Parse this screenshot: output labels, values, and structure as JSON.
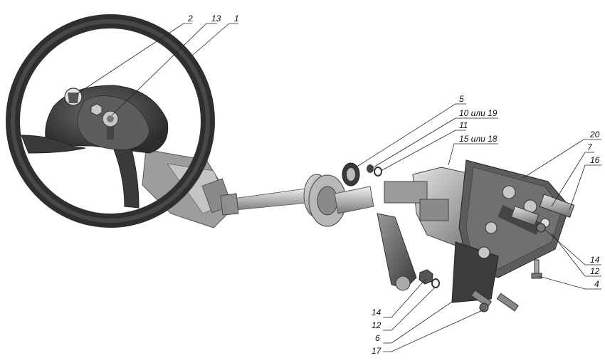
{
  "callouts": [
    {
      "id": "c2",
      "text": "2"
    },
    {
      "id": "c13",
      "text": "13"
    },
    {
      "id": "c1",
      "text": "1"
    },
    {
      "id": "c5",
      "text": "5"
    },
    {
      "id": "c10",
      "text": "10 или 19"
    },
    {
      "id": "c11",
      "text": "11"
    },
    {
      "id": "c15",
      "text": "15 или 18"
    },
    {
      "id": "c20",
      "text": "20"
    },
    {
      "id": "c7",
      "text": "7"
    },
    {
      "id": "c16",
      "text": "16"
    },
    {
      "id": "c14r",
      "text": "14"
    },
    {
      "id": "c12r",
      "text": "12"
    },
    {
      "id": "c4",
      "text": "4"
    },
    {
      "id": "c14l",
      "text": "14"
    },
    {
      "id": "c12l",
      "text": "12"
    },
    {
      "id": "c6",
      "text": "6"
    },
    {
      "id": "c17",
      "text": "17"
    }
  ]
}
